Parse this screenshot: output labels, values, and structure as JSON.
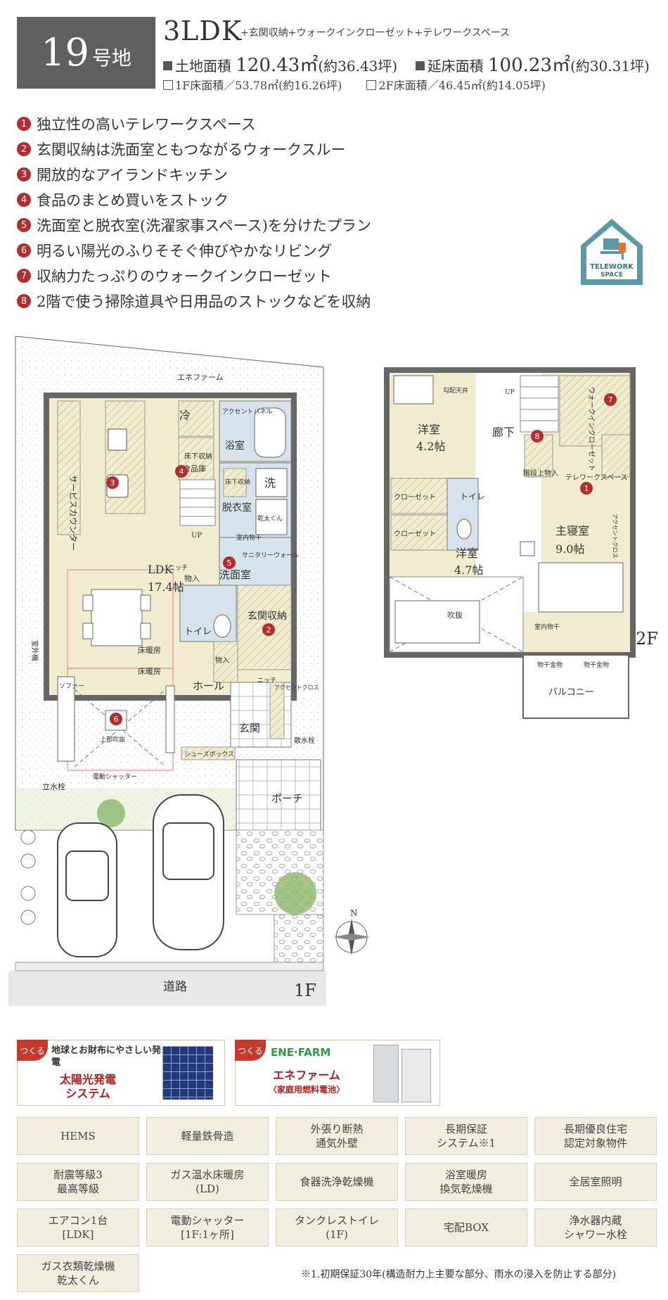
{
  "header": {
    "lot_number": "19",
    "lot_suffix": "号地",
    "layout": "3LDK",
    "layout_extra": "+玄関収納+ウォークインクローゼット+テレワークスペース",
    "land_label": "土地面積",
    "land_value": "120.43㎡",
    "land_tsubo": "(約36.43坪)",
    "floor_label": "延床面積",
    "floor_value": "100.23㎡",
    "floor_tsubo": "(約30.31坪)",
    "f1_area": "1F床面積／53.78㎡(約16.26坪)",
    "f2_area": "2F床面積／46.45㎡(約14.05坪)"
  },
  "features": [
    {
      "num": "1",
      "text": "独立性の高いテレワークスペース"
    },
    {
      "num": "2",
      "text": "玄関収納は洗面室ともつながるウォークスルー"
    },
    {
      "num": "3",
      "text": "開放的なアイランドキッチン"
    },
    {
      "num": "4",
      "text": "食品のまとめ買いをストック"
    },
    {
      "num": "5",
      "text": "洗面室と脱衣室(洗濯家事スペース)を分けたプラン"
    },
    {
      "num": "6",
      "text": "明るい陽光のふりそそぐ伸びやかなリビング"
    },
    {
      "num": "7",
      "text": "収納力たっぷりのウォークインクローゼット"
    },
    {
      "num": "8",
      "text": "2階で使う掃除道具や日用品のストックなどを収納"
    }
  ],
  "telework_badge": {
    "line1": "TELEWORK",
    "line2": "SPACE"
  },
  "plan1f": {
    "enefarm": "エネファーム",
    "service_counter": "サービスカウンター",
    "ldk": "LDK",
    "ldk_size": "17.4帖",
    "fridge": "冷",
    "underfloor": "床下収納",
    "pantry": "食品庫",
    "accent_panel": "アクセントパネル",
    "bath": "浴室",
    "underfloor2": "床下収納",
    "wash": "洗",
    "dressing": "脱衣室",
    "dryer": "乾太くん",
    "indoor_dry": "室内物干",
    "sanitary": "サニタリーウォール",
    "washroom": "洗面室",
    "up": "UP",
    "niche": "ニッチ",
    "storage": "物入",
    "toilet": "トイレ",
    "entry_storage": "玄関収納",
    "floor_heat1": "床暖房",
    "floor_heat2": "床暖房",
    "outdoor_unit": "室外機",
    "sofa": "ソファー",
    "atrium": "上部吹抜",
    "hall": "ホール",
    "storage2": "物入",
    "niche2": "ニッチ",
    "accent_cloth": "アクセントクロス",
    "entrance": "玄関",
    "shoes": "シューズボックス",
    "faucet": "散水栓",
    "shutter": "電動シャッター",
    "standing_faucet": "立水栓",
    "porch": "ポーチ",
    "road": "道路",
    "floor_label": "1F",
    "north": "N"
  },
  "plan2f": {
    "ceiling": "勾配天井",
    "up": "UP",
    "western1": "洋室",
    "western1_size": "4.2帖",
    "corridor": "廊下",
    "wic": "ウォークインクローゼット",
    "stair_storage": "階段上物入",
    "telework": "テレワークスペース",
    "closet1": "クローゼット",
    "toilet": "トイレ",
    "closet2": "クローゼット",
    "accent_cloth": "アクセントクロス",
    "master": "主寝室",
    "master_size": "9.0帖",
    "western2": "洋室",
    "western2_size": "4.7帖",
    "indoor_dry": "室内物干",
    "atrium": "吹抜",
    "hanger1": "物干金物",
    "hanger2": "物干金物",
    "balcony": "バルコニー",
    "floor_label": "2F"
  },
  "promo": [
    {
      "tag": "つくる",
      "sub": "地球とお財布にやさしい発電",
      "title1": "太陽光発電",
      "title2": "システム"
    },
    {
      "tag": "つくる",
      "logo": "ENE·FARM",
      "title1": "エネファーム",
      "title2": "〈家庭用燃料電池〉"
    }
  ],
  "equipment": [
    "HEMS",
    "軽量鉄骨造",
    "外張り断熱\n通気外壁",
    "長期保証\nシステム※1",
    "長期優良住宅\n認定対象物件",
    "耐震等級3\n最高等級",
    "ガス温水床暖房\n(LD)",
    "食器洗浄乾燥機",
    "浴室暖房\n換気乾燥機",
    "全居室照明",
    "エアコン1台\n[LDK]",
    "電動シャッター\n[1F:1ヶ所]",
    "タンクレストイレ\n(1F)",
    "宅配BOX",
    "浄水器内蔵\nシャワー水栓",
    "ガス衣類乾燥機\n乾太くん"
  ],
  "footnote": "※1.初期保証30年(構造耐力上主要な部分、雨水の浸入を防止する部分)",
  "colors": {
    "badge": "#5f5f5f",
    "accent_red": "#b22e2e",
    "room_beige": "#f1ecd0",
    "wet_blue": "#d7e3ec",
    "tile_box": "#f1eedf"
  }
}
